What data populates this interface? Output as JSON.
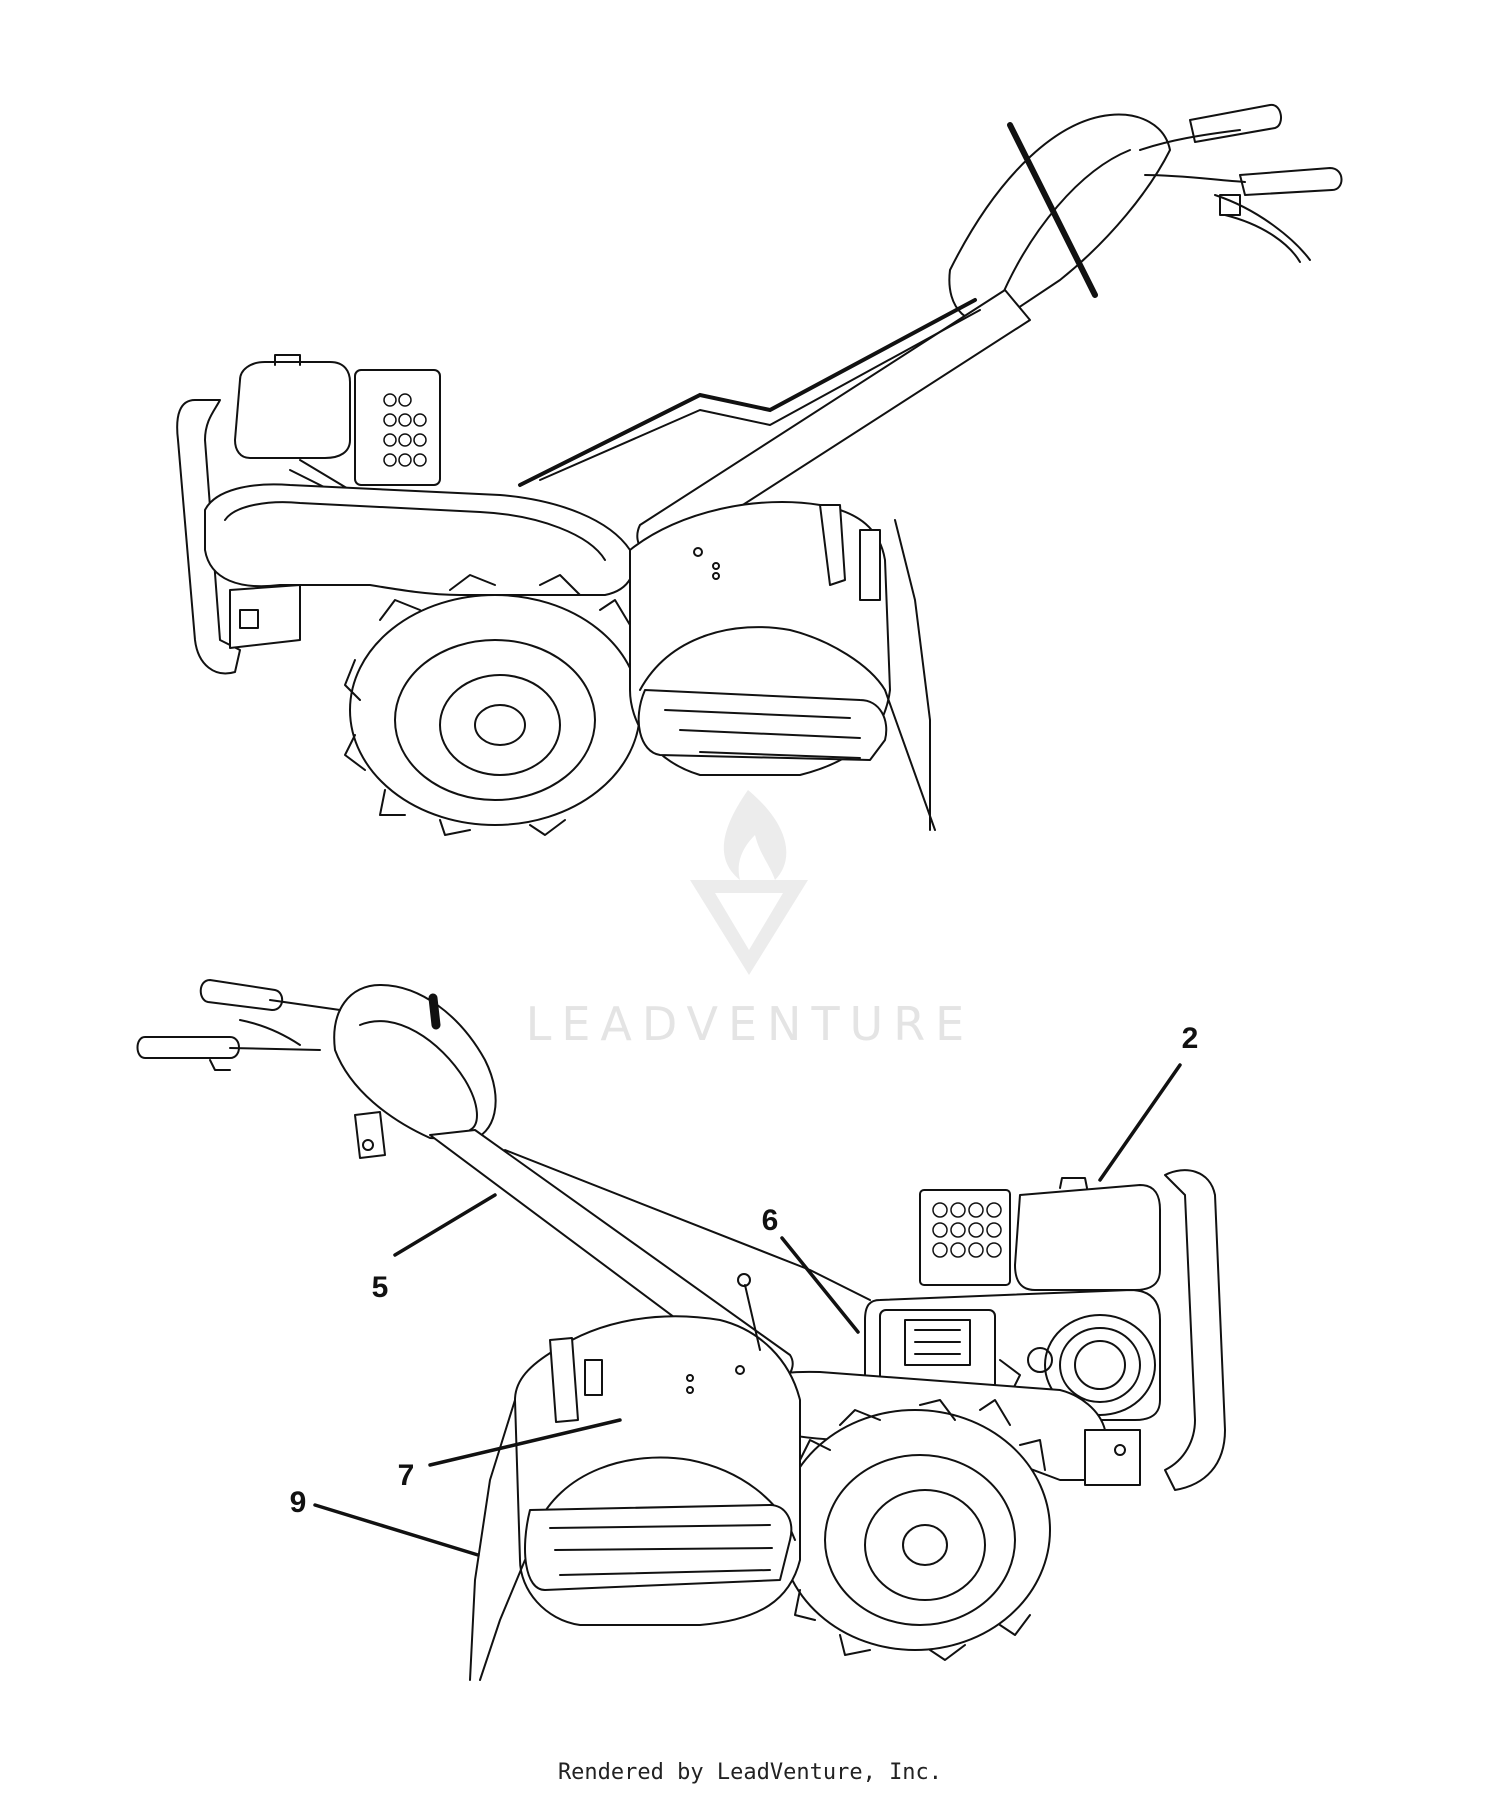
{
  "watermark": {
    "brand_text": "LEADVENTURE"
  },
  "callouts": [
    {
      "id": "2",
      "label": "2"
    },
    {
      "id": "5",
      "label": "5"
    },
    {
      "id": "6",
      "label": "6"
    },
    {
      "id": "7",
      "label": "7"
    },
    {
      "id": "9",
      "label": "9"
    }
  ],
  "footer": {
    "text": "Rendered by LeadVenture, Inc."
  }
}
